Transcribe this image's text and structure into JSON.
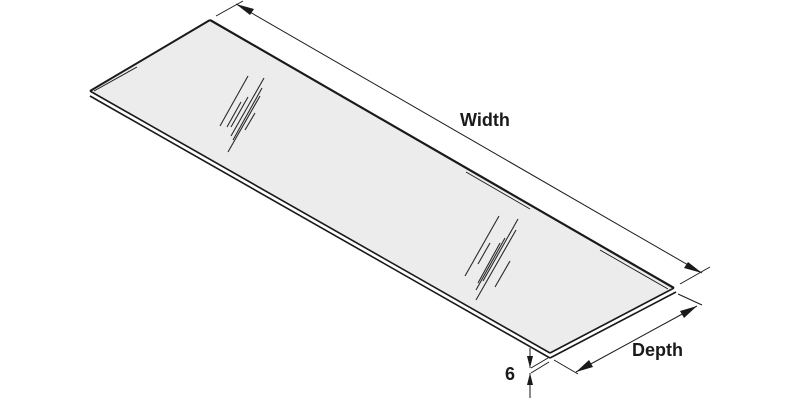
{
  "diagram": {
    "subject": "glass-shelf",
    "labels": {
      "width": "Width",
      "depth": "Depth",
      "thickness": "6"
    },
    "colors": {
      "surface": "#ececec",
      "edge": "#1a1a1a",
      "dimension_line": "#1a1a1a",
      "background": "#ffffff"
    }
  }
}
